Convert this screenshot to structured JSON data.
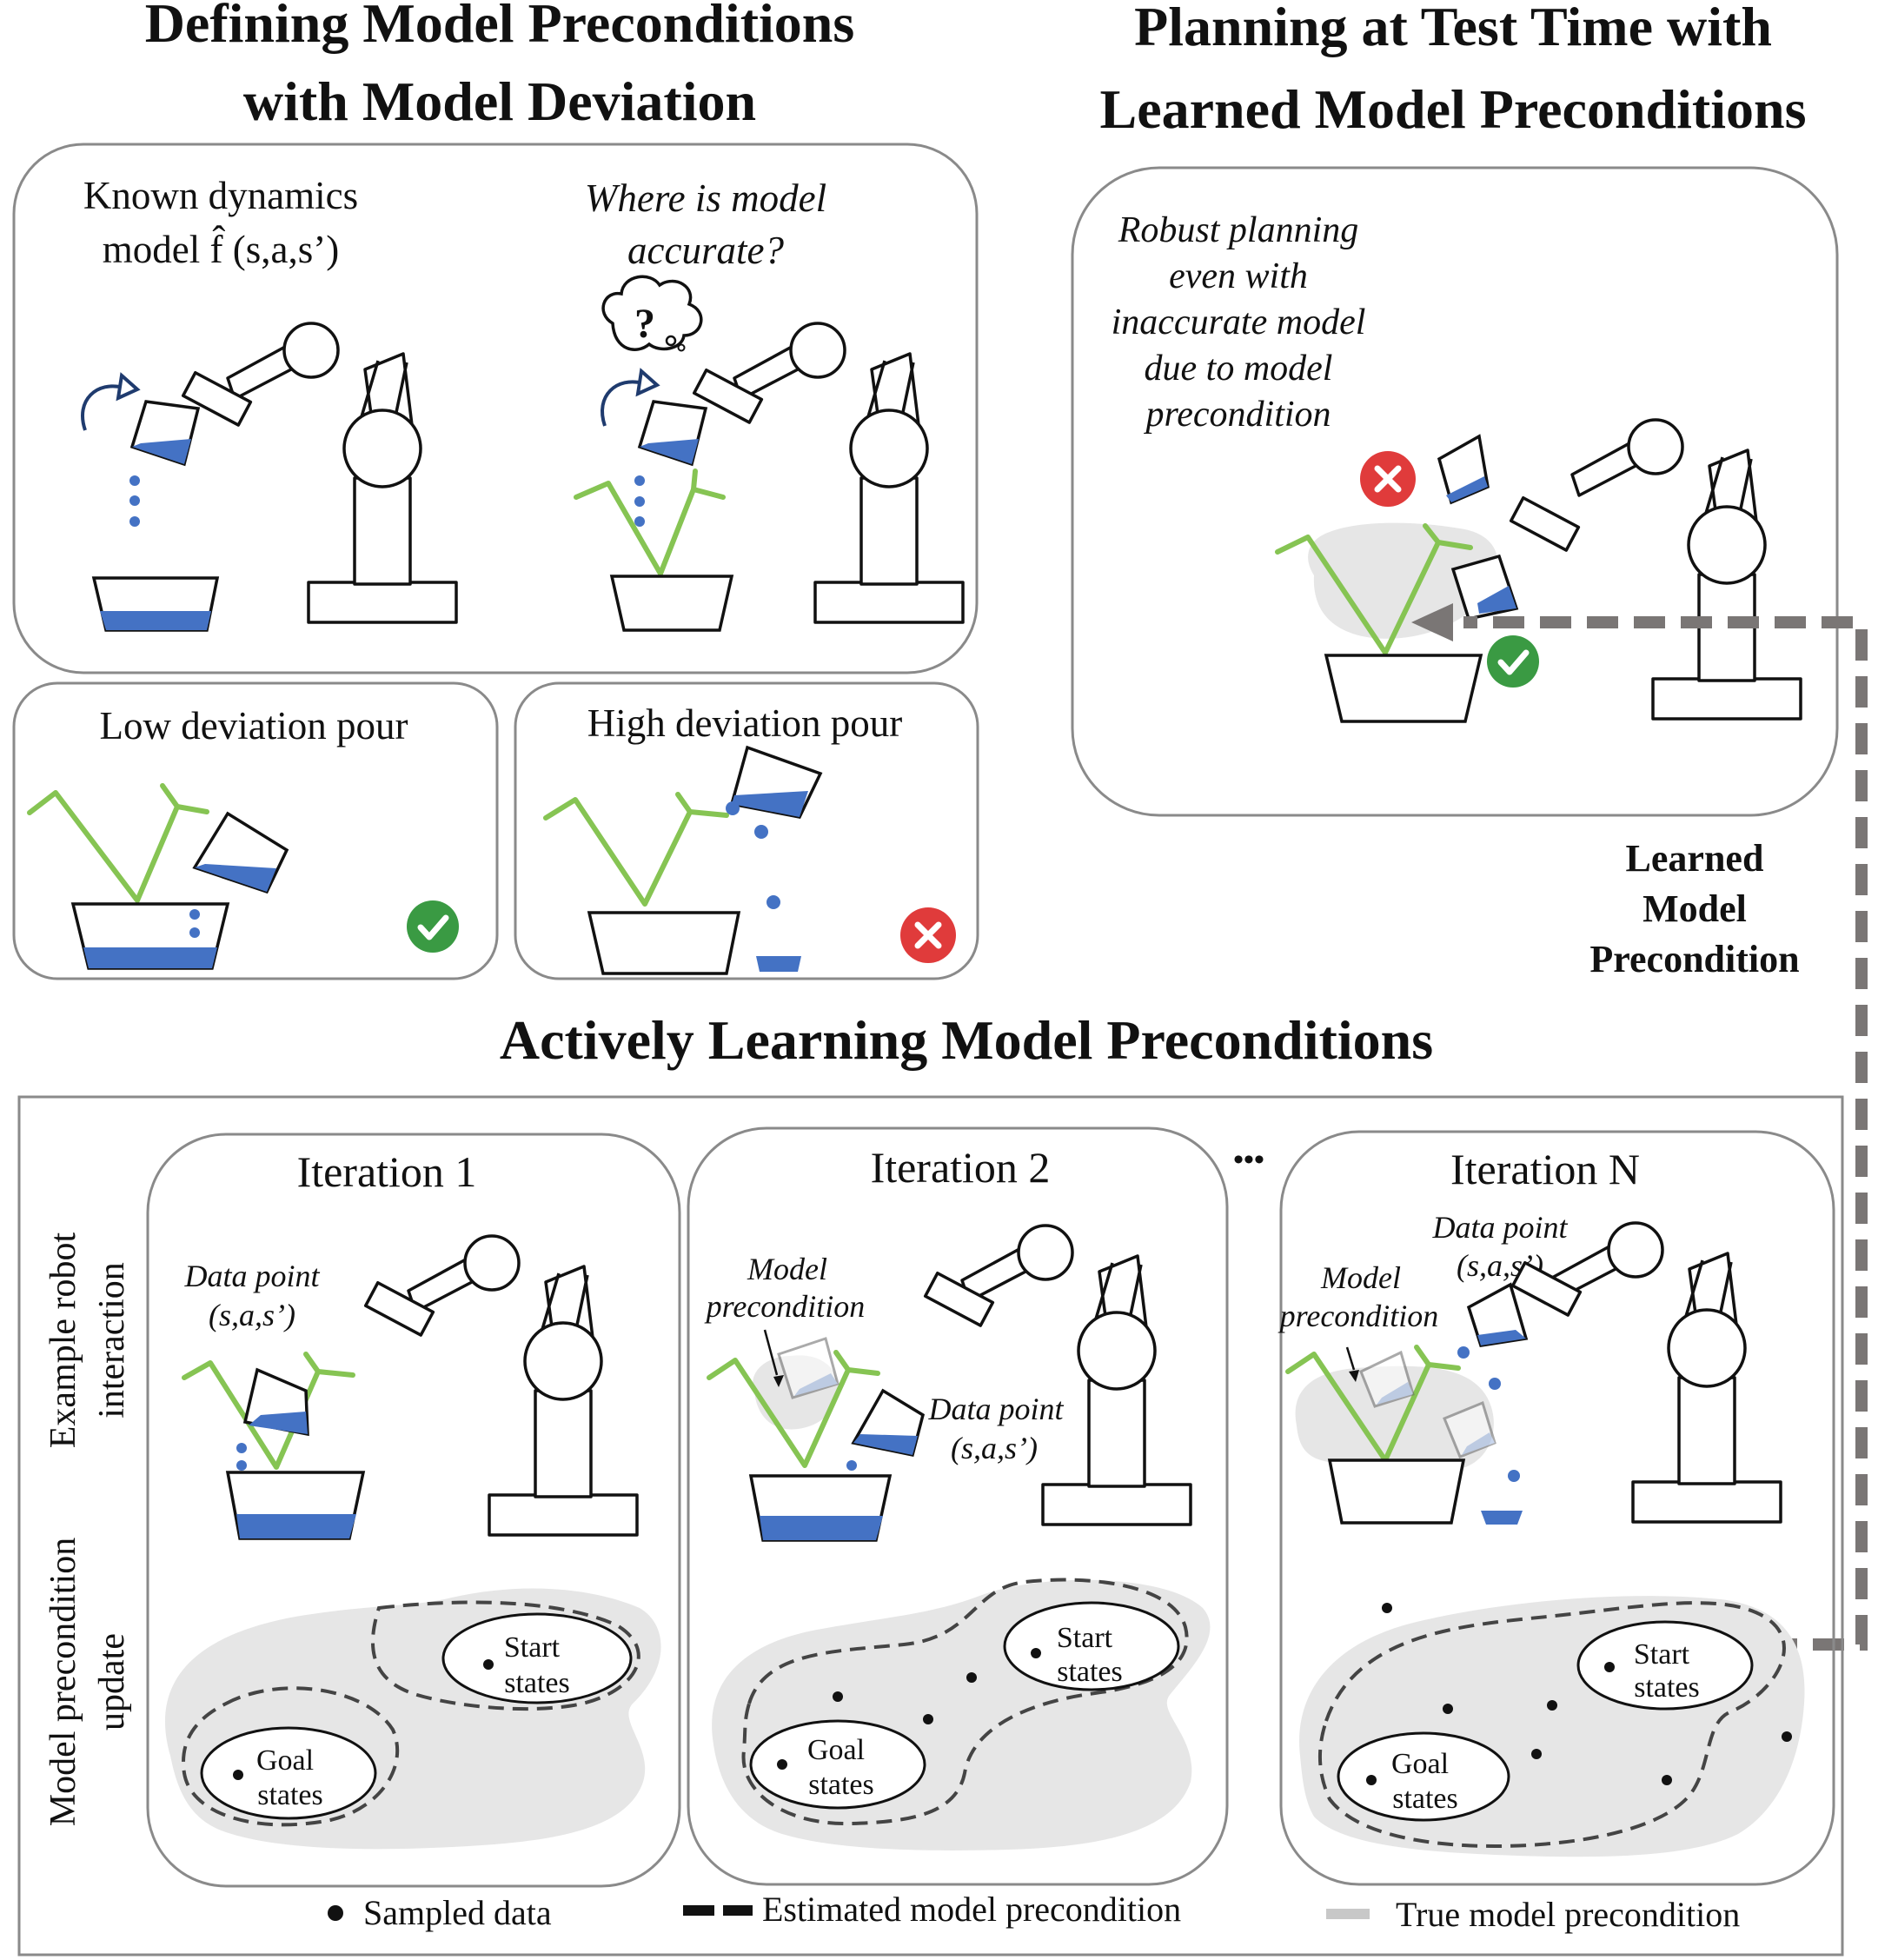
{
  "titles": {
    "defining_line1": "Defining Model Preconditions",
    "defining_line2": "with Model Deviation",
    "planning_line1": "Planning at Test Time with",
    "planning_line2": "Learned Model Preconditions",
    "active": "Actively Learning Model Preconditions"
  },
  "defining_panel": {
    "known_line1": "Known dynamics",
    "known_line2": "model f̂ (s,a,s’)",
    "where_line1": "Where is model",
    "where_line2": "accurate?",
    "thought_symbol": "?"
  },
  "low_panel": {
    "title": "Low deviation pour",
    "status": "success"
  },
  "high_panel": {
    "title": "High deviation pour",
    "status": "failure"
  },
  "planning_panel": {
    "caption": [
      "Robust planning",
      "even with",
      "inaccurate model",
      "due to model",
      "precondition"
    ]
  },
  "learned_label": [
    "Learned",
    "Model",
    "Precondition"
  ],
  "row_labels": {
    "interaction_line1": "Example robot",
    "interaction_line2": "interaction",
    "update_line1": "Model precondition",
    "update_line2": "update"
  },
  "iterations": [
    {
      "title": "Iteration 1",
      "data_point": [
        "Data point",
        "(s,a,s’)"
      ]
    },
    {
      "title": "Iteration 2",
      "data_point": [
        "Data point",
        "(s,a,s’)"
      ],
      "precondition": [
        "Model",
        "precondition"
      ]
    },
    {
      "title": "Iteration N",
      "data_point": [
        "Data point",
        "(s,a,s’)"
      ],
      "precondition": [
        "Model",
        "precondition"
      ]
    }
  ],
  "ellipsis": "•••",
  "states": {
    "start": [
      "Start",
      "states"
    ],
    "goal": [
      "Goal",
      "states"
    ]
  },
  "legend": {
    "sampled": "Sampled data",
    "estimated": "Estimated model precondition",
    "true": "True model precondition"
  },
  "colors": {
    "water": "#4472c4",
    "plant": "#86c453",
    "success": "#3a9a43",
    "failure": "#e03b3b",
    "true_region": "#e6e6e6",
    "arrow": "#7a7675"
  },
  "icons": {
    "success": "check-circle-icon",
    "failure": "x-circle-icon",
    "rotate": "rotate-arrow-icon",
    "thought": "thought-bubble-icon"
  }
}
